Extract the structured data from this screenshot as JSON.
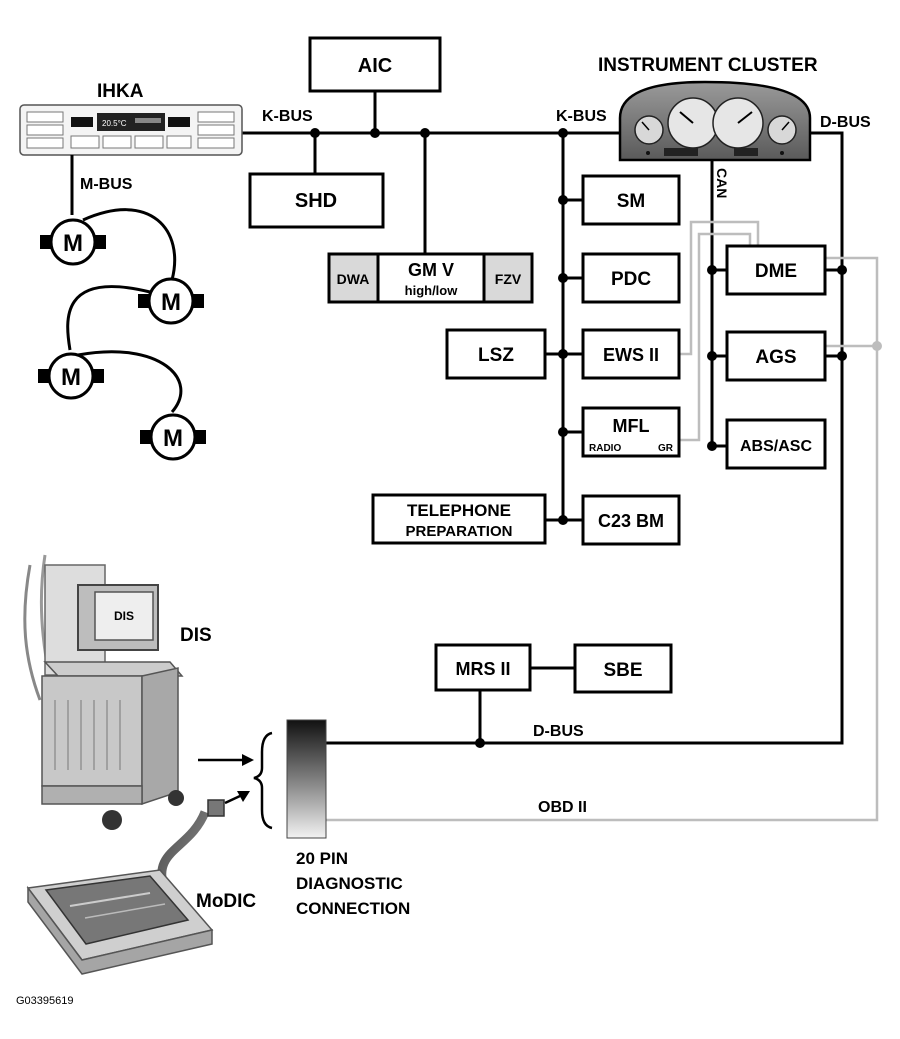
{
  "ihka": {
    "label": "IHKA",
    "display_text": "20.5°C"
  },
  "buses": {
    "k_bus_left": "K-BUS",
    "k_bus_right": "K-BUS",
    "m_bus": "M-BUS",
    "d_bus_right": "D-BUS",
    "d_bus_bottom": "D-BUS",
    "can": "CAN",
    "obd": "OBD II"
  },
  "modules": {
    "aic": "AIC",
    "shd": "SHD",
    "dwa": "DWA",
    "gmv": "GM V",
    "gmv_sub": "high/low",
    "fzv": "FZV",
    "sm": "SM",
    "pdc": "PDC",
    "lsz": "LSZ",
    "ews": "EWS II",
    "mfl": "MFL",
    "mfl_radio": "RADIO",
    "mfl_gr": "GR",
    "tel_line1": "TELEPHONE",
    "tel_line2": "PREPARATION",
    "c23": "C23 BM",
    "dme": "DME",
    "ags": "AGS",
    "abs": "ABS/ASC",
    "mrs": "MRS II",
    "sbe": "SBE"
  },
  "instrument_cluster": {
    "label": "INSTRUMENT CLUSTER"
  },
  "motors": {
    "symbol": "M"
  },
  "dis": {
    "label": "DIS",
    "screen_text": "DIS"
  },
  "modic": {
    "label": "MoDIC"
  },
  "connector": {
    "line1": "20 PIN",
    "line2": "DIAGNOSTIC",
    "line3": "CONNECTION"
  },
  "figure_id": "G03395619",
  "colors": {
    "bus": "#000000",
    "obd_line": "#bdbdbd",
    "gray_module": "#d9d9d9"
  }
}
